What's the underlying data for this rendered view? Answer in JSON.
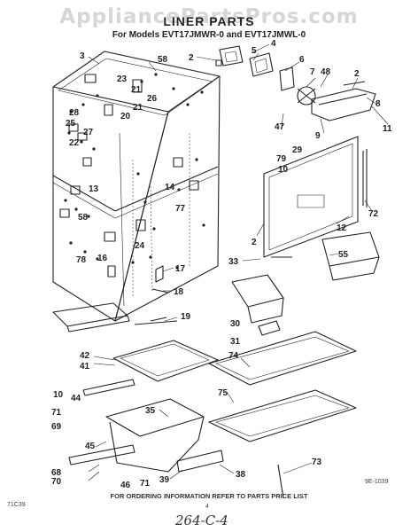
{
  "watermark": "AppliancePartsPros.com",
  "title": "LINER PARTS",
  "subtitle": "For Models EVT17JMWR-0 and EVT17JMWL-0",
  "footer": "FOR ORDERING INFORMATION REFER TO PARTS PRICE LIST",
  "code_left": "71C39",
  "code_right": "9E-1039",
  "page_number": "4",
  "handwritten_note": "264-C-4",
  "callouts": [
    {
      "id": "c3",
      "label": "3"
    },
    {
      "id": "c58a",
      "label": "58"
    },
    {
      "id": "c2a",
      "label": "2"
    },
    {
      "id": "c4",
      "label": "4"
    },
    {
      "id": "c5",
      "label": "5"
    },
    {
      "id": "c6",
      "label": "6"
    },
    {
      "id": "c7",
      "label": "7"
    },
    {
      "id": "c48",
      "label": "48"
    },
    {
      "id": "c2b",
      "label": "2"
    },
    {
      "id": "c8",
      "label": "8"
    },
    {
      "id": "c23",
      "label": "23"
    },
    {
      "id": "c21a",
      "label": "21"
    },
    {
      "id": "c26",
      "label": "26"
    },
    {
      "id": "c21b",
      "label": "21"
    },
    {
      "id": "c28",
      "label": "28"
    },
    {
      "id": "c20",
      "label": "20"
    },
    {
      "id": "c25",
      "label": "25"
    },
    {
      "id": "c27",
      "label": "27"
    },
    {
      "id": "c22",
      "label": "22"
    },
    {
      "id": "c47",
      "label": "47"
    },
    {
      "id": "c9",
      "label": "9"
    },
    {
      "id": "c11",
      "label": "11"
    },
    {
      "id": "c29",
      "label": "29"
    },
    {
      "id": "c79",
      "label": "79"
    },
    {
      "id": "c10a",
      "label": "10"
    },
    {
      "id": "c13",
      "label": "13"
    },
    {
      "id": "c14",
      "label": "14"
    },
    {
      "id": "c77",
      "label": "77"
    },
    {
      "id": "c58b",
      "label": "58"
    },
    {
      "id": "c72",
      "label": "72"
    },
    {
      "id": "c12",
      "label": "12"
    },
    {
      "id": "c2c",
      "label": "2"
    },
    {
      "id": "c24",
      "label": "24"
    },
    {
      "id": "c55",
      "label": "55"
    },
    {
      "id": "c78",
      "label": "78"
    },
    {
      "id": "c16",
      "label": "16"
    },
    {
      "id": "c33",
      "label": "33"
    },
    {
      "id": "c17",
      "label": "17"
    },
    {
      "id": "c18",
      "label": "18"
    },
    {
      "id": "c30",
      "label": "30"
    },
    {
      "id": "c19",
      "label": "19"
    },
    {
      "id": "c31",
      "label": "31"
    },
    {
      "id": "c42",
      "label": "42"
    },
    {
      "id": "c41",
      "label": "41"
    },
    {
      "id": "c74",
      "label": "74"
    },
    {
      "id": "c10b",
      "label": "10"
    },
    {
      "id": "c44",
      "label": "44"
    },
    {
      "id": "c75",
      "label": "75"
    },
    {
      "id": "c35",
      "label": "35"
    },
    {
      "id": "c71",
      "label": "71"
    },
    {
      "id": "c69",
      "label": "69"
    },
    {
      "id": "c45",
      "label": "45"
    },
    {
      "id": "c73",
      "label": "73"
    },
    {
      "id": "c68",
      "label": "68"
    },
    {
      "id": "c70",
      "label": "70"
    },
    {
      "id": "c39",
      "label": "39"
    },
    {
      "id": "c38",
      "label": "38"
    },
    {
      "id": "c46",
      "label": "46"
    },
    {
      "id": "c71b",
      "label": "71"
    }
  ]
}
